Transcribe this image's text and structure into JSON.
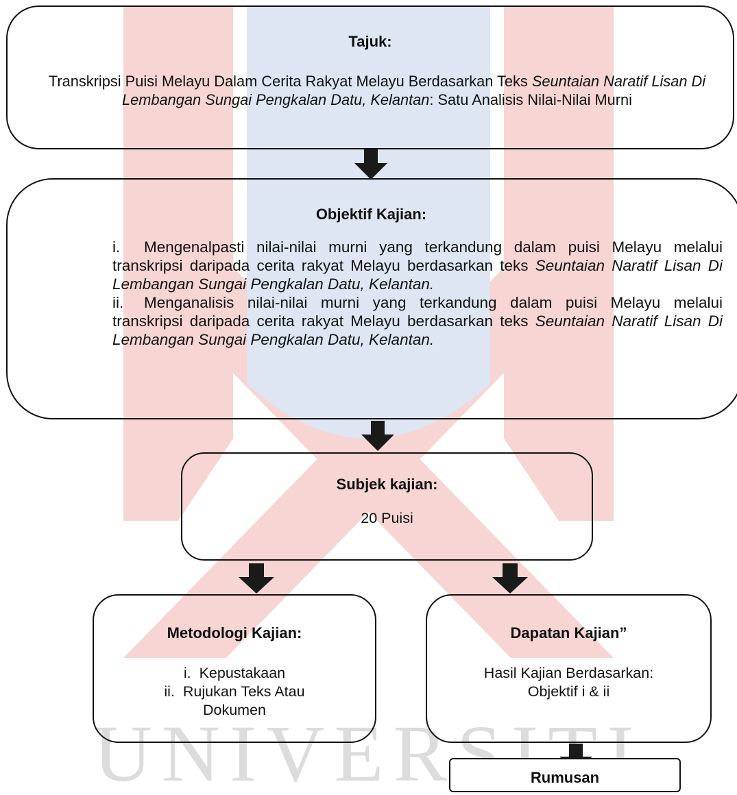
{
  "watermark_text": "UNIVERSITI",
  "tajuk": {
    "title": "Tajuk:",
    "text_1": "Transkripsi Puisi Melayu Dalam Cerita Rakyat Melayu Berdasarkan Teks ",
    "text_italic": "Seuntaian Naratif Lisan Di Lembangan Sungai Pengkalan Datu, Kelantan",
    "text_2": ": Satu Analisis Nilai-Nilai Murni"
  },
  "objektif": {
    "title": "Objektif Kajian:",
    "items": [
      {
        "num": "i.",
        "text": "Mengenalpasti nilai-nilai murni yang terkandung dalam puisi Melayu melalui transkripsi daripada cerita rakyat Melayu berdasarkan teks ",
        "italic": "Seuntaian Naratif Lisan Di Lembangan Sungai Pengkalan Datu, Kelantan."
      },
      {
        "num": "ii.",
        "text": "Menganalisis nilai-nilai murni yang terkandung dalam puisi Melayu melalui transkripsi daripada cerita rakyat Melayu berdasarkan teks ",
        "italic": "Seuntaian Naratif Lisan Di Lembangan Sungai Pengkalan Datu, Kelantan."
      }
    ]
  },
  "subjek": {
    "title": "Subjek kajian:",
    "text": "20 Puisi"
  },
  "metodologi": {
    "title": "Metodologi Kajian:",
    "items": [
      "i.  Kepustakaan",
      "ii.  Rujukan Teks Atau",
      "Dokumen"
    ]
  },
  "dapatan": {
    "title": "Dapatan Kajian”",
    "line_1": "Hasil Kajian Berdasarkan:",
    "line_2": "Objektif i & ii"
  },
  "rumusan": {
    "title": "Rumusan"
  },
  "colors": {
    "watermark_red": "#f6d5d3",
    "watermark_blue": "#dde6f2",
    "arrow": "#1a1a1a",
    "outline": "#111111"
  }
}
